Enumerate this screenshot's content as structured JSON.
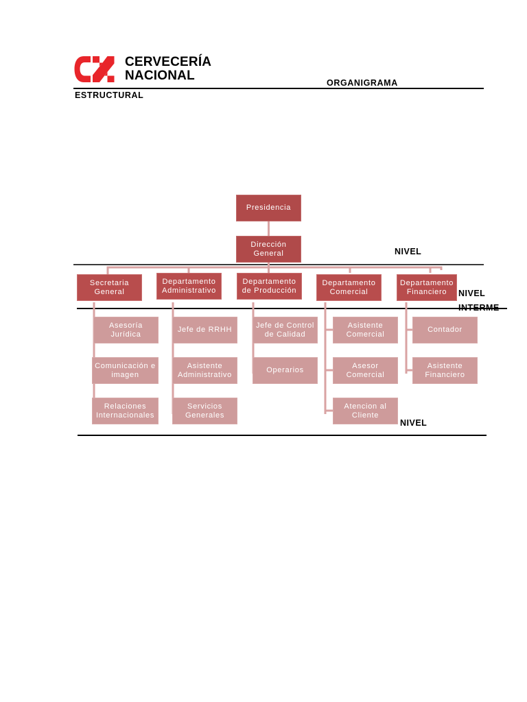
{
  "header": {
    "logo_name": "cerveceria-nacional-logo",
    "logo_line1": "CERVECERÍA",
    "logo_line2": "NACIONAL",
    "logo_monogram": "CN",
    "title_right": "ORGANIGRAMA",
    "title_left": "ESTRUCTURAL"
  },
  "level_labels": {
    "top": "NIVEL",
    "intermediate_line1": "NIVEL",
    "intermediate_line2": "INTERME",
    "bottom": "NIVEL"
  },
  "colors": {
    "logo_red": "#e8252a",
    "node_dark_red": "#b04a4a",
    "node_light_pink": "#ce9b9b",
    "connector": "#d9a3a3",
    "rule_black": "#000000",
    "text_on_node": "#ffffff"
  },
  "chart_data": {
    "type": "diagram",
    "title": "ORGANIGRAMA ESTRUCTURAL",
    "nodes": [
      {
        "id": "presidencia",
        "label": "Presidencia",
        "level": 0,
        "tier": "top"
      },
      {
        "id": "direccion",
        "label": "Dirección General",
        "level": 1,
        "tier": "top"
      },
      {
        "id": "secretaria",
        "label": "Secretaria General",
        "level": 2,
        "tier": "mid",
        "parent": "direccion"
      },
      {
        "id": "administrativo",
        "label": "Departamento Administrativo",
        "level": 2,
        "tier": "mid",
        "parent": "direccion"
      },
      {
        "id": "produccion",
        "label": "Departamento de Producción",
        "level": 2,
        "tier": "mid",
        "parent": "direccion"
      },
      {
        "id": "comercial",
        "label": "Departamento Comercial",
        "level": 2,
        "tier": "mid",
        "parent": "direccion"
      },
      {
        "id": "financiero",
        "label": "Departamento Financiero",
        "level": 2,
        "tier": "mid",
        "parent": "direccion"
      },
      {
        "id": "asesoria",
        "label": "Asesoría Jurídica",
        "level": 3,
        "tier": "leaf",
        "parent": "secretaria"
      },
      {
        "id": "comunicacion",
        "label": "Comunicación e imagen",
        "level": 3,
        "tier": "leaf",
        "parent": "secretaria"
      },
      {
        "id": "relaciones",
        "label": "Relaciones Internacionales",
        "level": 3,
        "tier": "leaf",
        "parent": "secretaria"
      },
      {
        "id": "rrhh",
        "label": "Jefe de RRHH",
        "level": 3,
        "tier": "leaf",
        "parent": "administrativo"
      },
      {
        "id": "asistente-admin",
        "label": "Asistente Administrativo",
        "level": 3,
        "tier": "leaf",
        "parent": "administrativo"
      },
      {
        "id": "servicios",
        "label": "Servicios Generales",
        "level": 3,
        "tier": "leaf",
        "parent": "administrativo"
      },
      {
        "id": "calidad",
        "label": "Jefe de Control de Calidad",
        "level": 3,
        "tier": "leaf",
        "parent": "produccion"
      },
      {
        "id": "operarios",
        "label": "Operarios",
        "level": 3,
        "tier": "leaf",
        "parent": "produccion"
      },
      {
        "id": "asistente-com",
        "label": "Asistente Comercial",
        "level": 3,
        "tier": "leaf",
        "parent": "comercial"
      },
      {
        "id": "asesor-com",
        "label": "Asesor Comercial",
        "level": 3,
        "tier": "leaf",
        "parent": "comercial"
      },
      {
        "id": "atencion",
        "label": "Atencion al Cliente",
        "level": 3,
        "tier": "leaf",
        "parent": "comercial"
      },
      {
        "id": "contador",
        "label": "Contador",
        "level": 3,
        "tier": "leaf",
        "parent": "financiero"
      },
      {
        "id": "asistente-fin",
        "label": "Asistente Financiero",
        "level": 3,
        "tier": "leaf",
        "parent": "financiero"
      }
    ]
  }
}
